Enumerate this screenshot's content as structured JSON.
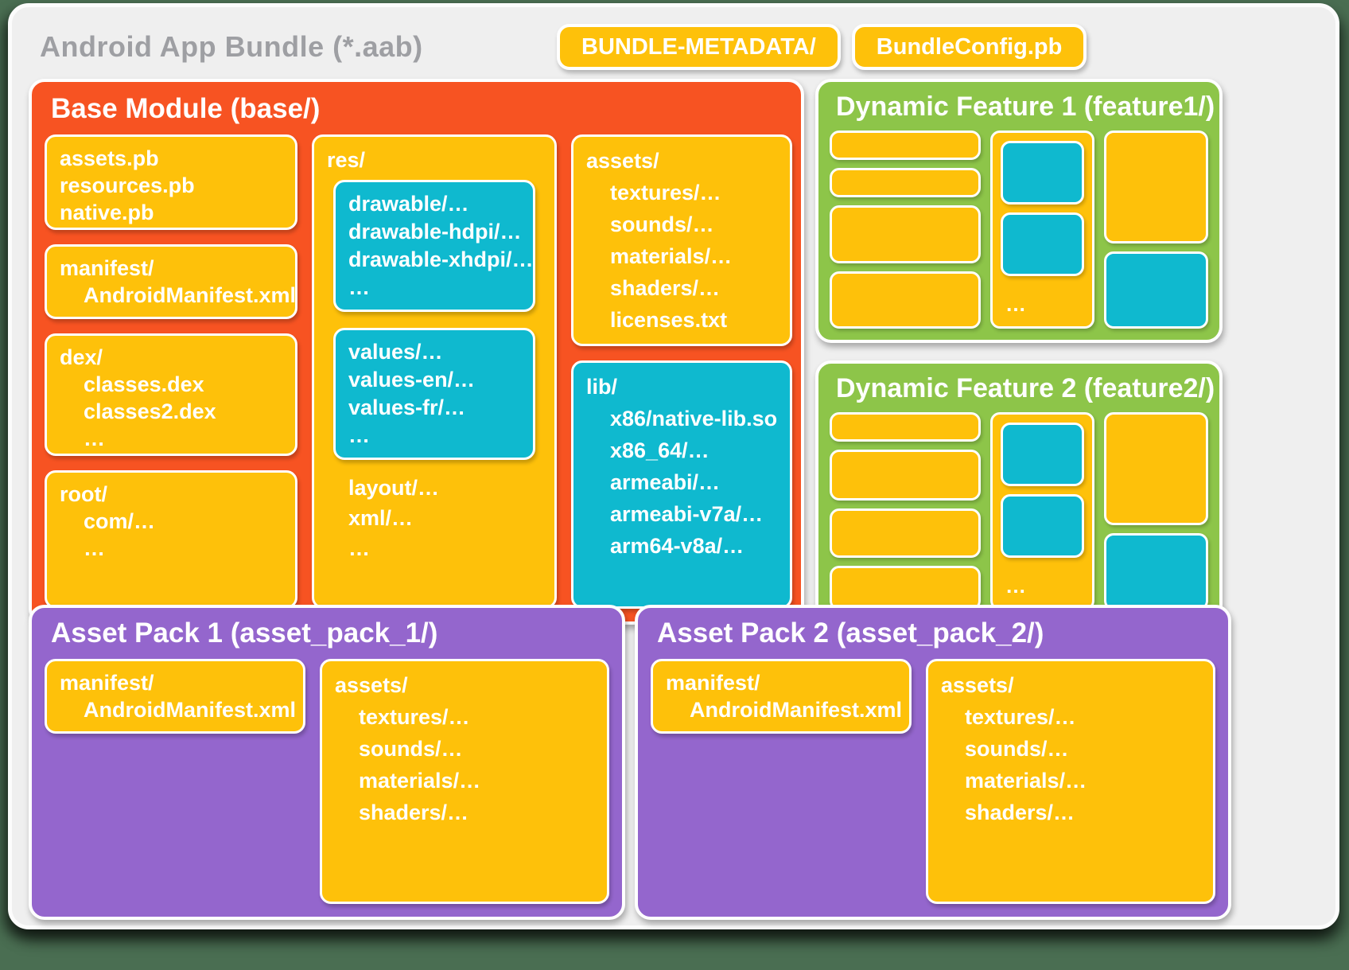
{
  "colors": {
    "page_bg": "#4a6e52",
    "card_bg": "#efefef",
    "orange": "#f75322",
    "amber": "#fec10a",
    "cyan": "#0fb9cf",
    "green": "#8dc549",
    "purple": "#9466cd",
    "title_gray": "#9e9fa3"
  },
  "header": {
    "title": "Android App Bundle (*.aab)",
    "bundle_metadata": "BUNDLE-METADATA/",
    "bundle_config": "BundleConfig.pb"
  },
  "base_module": {
    "title": "Base Module (base/)",
    "pb_box": [
      "assets.pb",
      "resources.pb",
      "native.pb"
    ],
    "manifest_box": [
      "manifest/",
      "AndroidManifest.xml"
    ],
    "dex_box": [
      "dex/",
      "classes.dex",
      "classes2.dex",
      "…"
    ],
    "root_box": [
      "root/",
      "com/…",
      "…"
    ],
    "res_box": {
      "label": "res/",
      "drawable_box": [
        "drawable/…",
        "drawable-hdpi/…",
        "drawable-xhdpi/…",
        "…"
      ],
      "values_box": [
        "values/…",
        "values-en/…",
        "values-fr/…",
        "…"
      ],
      "tail_lines": [
        "layout/…",
        "xml/…",
        "…"
      ]
    },
    "assets_box": [
      "assets/",
      "textures/…",
      "sounds/…",
      "materials/…",
      "shaders/…",
      "licenses.txt"
    ],
    "lib_box": [
      "lib/",
      "x86/native-lib.so",
      "x86_64/…",
      "armeabi/…",
      "armeabi-v7a/…",
      "arm64-v8a/…"
    ]
  },
  "dynamic_feature_1": {
    "title": "Dynamic Feature 1 (feature1/)",
    "ellipsis": "…"
  },
  "dynamic_feature_2": {
    "title": "Dynamic Feature 2 (feature2/)",
    "ellipsis": "…"
  },
  "asset_pack_1": {
    "title": "Asset Pack 1 (asset_pack_1/)",
    "manifest_box": [
      "manifest/",
      "AndroidManifest.xml"
    ],
    "assets_box": [
      "assets/",
      "textures/…",
      "sounds/…",
      "materials/…",
      "shaders/…"
    ]
  },
  "asset_pack_2": {
    "title": "Asset Pack 2 (asset_pack_2/)",
    "manifest_box": [
      "manifest/",
      "AndroidManifest.xml"
    ],
    "assets_box": [
      "assets/",
      "textures/…",
      "sounds/…",
      "materials/…",
      "shaders/…"
    ]
  }
}
